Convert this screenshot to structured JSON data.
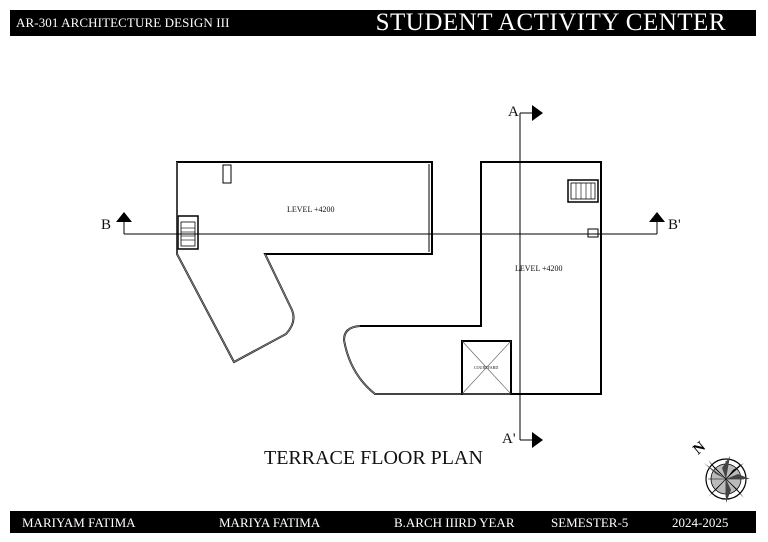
{
  "header": {
    "course": "AR-301 ARCHITECTURE DESIGN III",
    "project": "STUDENT ACTIVITY CENTER"
  },
  "drawing": {
    "title": "TERRACE FLOOR PLAN",
    "level_west": "LEVEL +4200",
    "level_east": "LEVEL +4200",
    "courtyard": "COURTYARD",
    "sections": {
      "a_top": "A",
      "a_bottom": "A'",
      "b_left": "B",
      "b_right": "B'"
    },
    "north": "N"
  },
  "footer": {
    "student_1": "MARIYAM  FATIMA",
    "student_2": "MARIYA FATIMA",
    "program": "B.ARCH IIIRD YEAR",
    "semester": "SEMESTER-5",
    "session": "2024-2025"
  }
}
